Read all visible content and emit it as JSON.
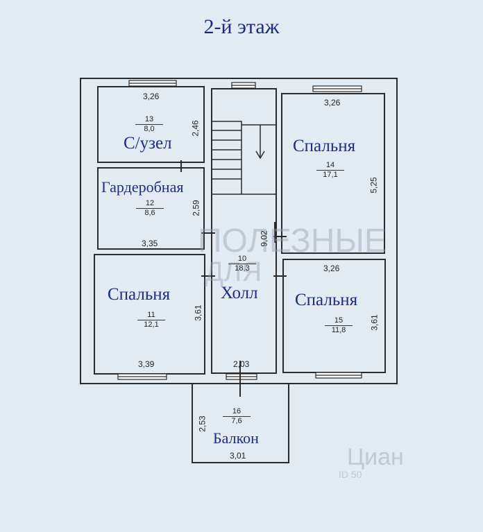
{
  "title": "2-й этаж",
  "rooms": {
    "bath": {
      "number": "13",
      "area": "8,0",
      "name": "С/узел",
      "width": "3,26",
      "height": "2,46"
    },
    "wardrobe": {
      "number": "12",
      "area": "8,6",
      "name": "Гардеробная",
      "width": "3,35",
      "height": "2,59"
    },
    "bed_left": {
      "number": "11",
      "area": "12,1",
      "name": "Спальня",
      "width": "3,39",
      "height": "3,61"
    },
    "hall": {
      "number": "10",
      "area": "18,3",
      "name": "Холл",
      "width": "2,03",
      "height": "9,02"
    },
    "bed_top": {
      "number": "14",
      "area": "17,1",
      "name": "Спальня",
      "width": "3,26",
      "height": "5,25"
    },
    "bed_right": {
      "number": "15",
      "area": "11,8",
      "name": "Спальня",
      "width": "3,26",
      "height": "3,61"
    },
    "balcony": {
      "number": "16",
      "area": "7,6",
      "name": "Балкон",
      "width": "3,01",
      "height": "2,53"
    }
  },
  "watermark": {
    "text1": "ПОЛЕЗНЫЕ",
    "text2": "ДЛЯ",
    "cian": "Циан",
    "cian_id": "ID 50"
  },
  "colors": {
    "label": "#1c2a93",
    "wall": "#2a2a2a",
    "background": "#e3ebf2"
  }
}
